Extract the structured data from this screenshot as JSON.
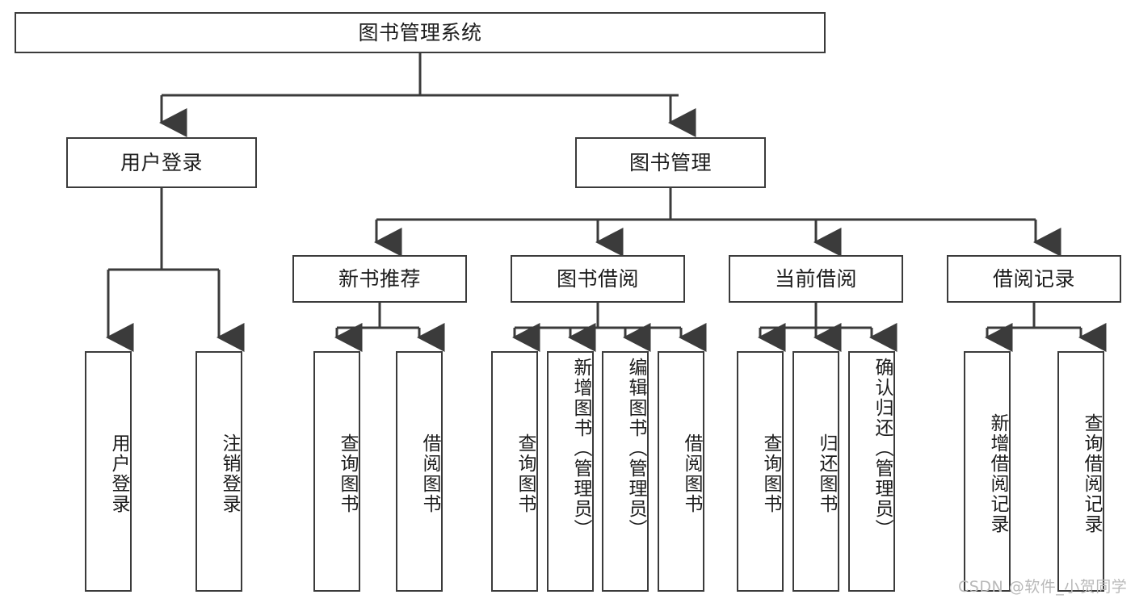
{
  "diagram": {
    "type": "tree-hierarchy",
    "title": "图书管理系统",
    "root": {
      "label": "图书管理系统"
    },
    "level2": [
      {
        "id": "user-login",
        "label": "用户登录"
      },
      {
        "id": "book-management",
        "label": "图书管理"
      }
    ],
    "level3": [
      {
        "id": "new-book-recommend",
        "label": "新书推荐"
      },
      {
        "id": "book-borrow",
        "label": "图书借阅"
      },
      {
        "id": "current-borrow",
        "label": "当前借阅"
      },
      {
        "id": "borrow-record",
        "label": "借阅记录"
      }
    ],
    "leaves": {
      "user_login": [
        {
          "id": "leaf-user-login",
          "label": "用户登录"
        },
        {
          "id": "leaf-logout-login",
          "label": "注销登录"
        }
      ],
      "new_book_recommend": [
        {
          "id": "leaf-query-book-1",
          "label": "查询图书"
        },
        {
          "id": "leaf-borrow-book-1",
          "label": "借阅图书"
        }
      ],
      "book_borrow": [
        {
          "id": "leaf-query-book-2",
          "label": "查询图书"
        },
        {
          "id": "leaf-add-book",
          "label": "新增图书（管理员）"
        },
        {
          "id": "leaf-edit-book",
          "label": "编辑图书（管理员）"
        },
        {
          "id": "leaf-borrow-book-2",
          "label": "借阅图书"
        }
      ],
      "current_borrow": [
        {
          "id": "leaf-query-book-3",
          "label": "查询图书"
        },
        {
          "id": "leaf-return-book",
          "label": "归还图书"
        },
        {
          "id": "leaf-confirm-return",
          "label": "确认归还（管理员）"
        }
      ],
      "borrow_record": [
        {
          "id": "leaf-add-record",
          "label": "新增借阅记录"
        },
        {
          "id": "leaf-query-record",
          "label": "查询借阅记录"
        }
      ]
    },
    "colors": {
      "stroke": "#3b3b3b",
      "fill": "#ffffff",
      "text": "#1c1c1c",
      "watermark": "#b9b9b9"
    }
  },
  "watermark": {
    "text": "CSDN @软件_小贺同学"
  }
}
